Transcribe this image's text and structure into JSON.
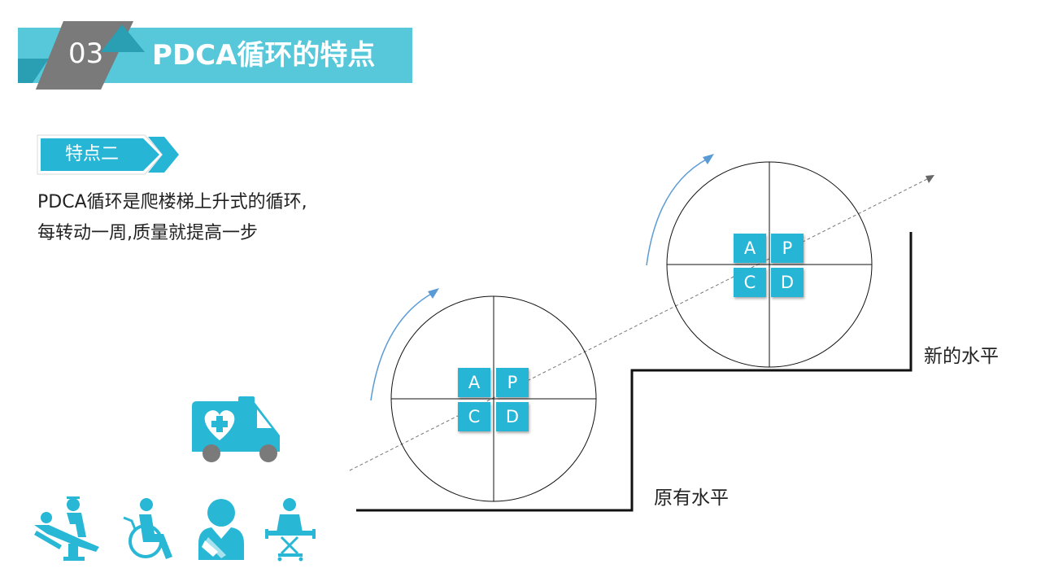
{
  "header": {
    "number": "03",
    "title": "PDCA循环的特点"
  },
  "feature": {
    "tag": "特点二"
  },
  "description": {
    "line1": "PDCA循环是爬楼梯上升式的循环,",
    "line2": "每转动一周,质量就提高一步"
  },
  "levels": {
    "original": "原有水平",
    "new": "新的水平"
  },
  "cycles": [
    {
      "quadrants": [
        "A",
        "P",
        "C",
        "D"
      ]
    },
    {
      "quadrants": [
        "A",
        "P",
        "C",
        "D"
      ]
    }
  ],
  "icons": [
    "ambulance-icon",
    "dentist-icon",
    "wheelchair-icon",
    "injured-arm-icon",
    "patient-bed-icon"
  ],
  "colors": {
    "accent": "#56c8da",
    "square": "#27b5d6",
    "icon": "#29b7d6",
    "arrow": "#5b9bd5",
    "stripe": "#808080"
  }
}
